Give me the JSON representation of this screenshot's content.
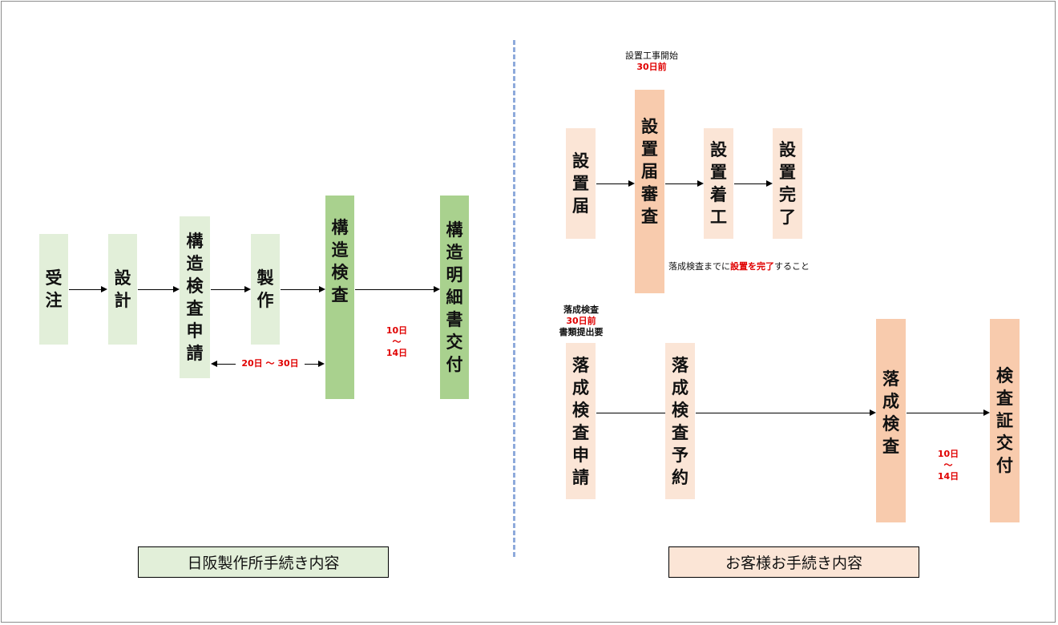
{
  "factory": {
    "steps": [
      {
        "id": "order",
        "label": "受注"
      },
      {
        "id": "design",
        "label": "設計"
      },
      {
        "id": "struct-app",
        "label": "構造検査申請"
      },
      {
        "id": "manufacture",
        "label": "製作"
      },
      {
        "id": "struct-insp",
        "label": "構造検査"
      },
      {
        "id": "spec-issue",
        "label": "構造明細書交付"
      }
    ],
    "span_label": "20日 ～ 30日",
    "duration": {
      "line1": "10日",
      "line2": "～",
      "line3": "14日"
    },
    "legend": "日阪製作所手続き内容"
  },
  "customer": {
    "install_steps": [
      {
        "id": "notice",
        "label": "設置届"
      },
      {
        "id": "review",
        "label": "設置届審査"
      },
      {
        "id": "start",
        "label": "設置着工"
      },
      {
        "id": "complete",
        "label": "設置完了"
      }
    ],
    "install_note": {
      "line1": "設置工事開始",
      "line2": "30日前"
    },
    "complete_note": {
      "prefix": "落成検査までに",
      "emph": "設置を完了",
      "suffix": "すること"
    },
    "inspection_steps": [
      {
        "id": "app",
        "label": "落成検査申請"
      },
      {
        "id": "reserve",
        "label": "落成検査予約"
      },
      {
        "id": "insp",
        "label": "落成検査"
      },
      {
        "id": "cert",
        "label": "検査証交付"
      }
    ],
    "inspection_note": {
      "line1": "落成検査",
      "line2": "30日前",
      "line3": "書類提出要"
    },
    "duration": {
      "line1": "10日",
      "line2": "～",
      "line3": "14日"
    },
    "legend": "お客様お手続き内容"
  },
  "colors": {
    "factory_light": "#e2efd9",
    "factory_dark": "#a9d18e",
    "customer_light": "#fbe5d6",
    "customer_mid": "#f8cbad",
    "divider": "#8eaadb",
    "emphasis_red": "#e00000"
  }
}
